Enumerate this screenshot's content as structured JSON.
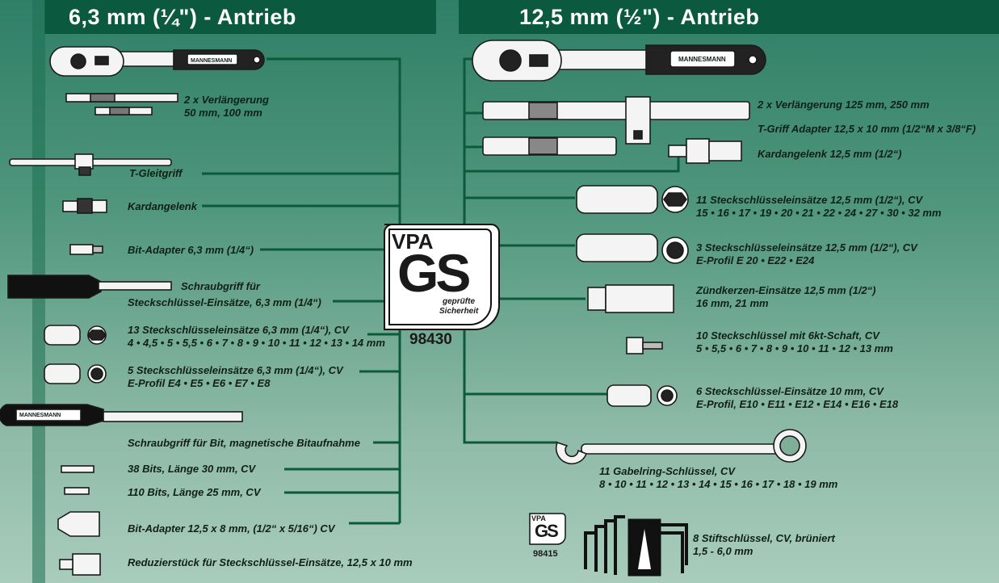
{
  "headers": {
    "left": "6,3 mm (¼\") - Antrieb",
    "right": "12,5 mm (½\") - Antrieb"
  },
  "left_items": [
    {
      "id": "ext",
      "lines": [
        "2 x Verlängerung",
        "50 mm, 100 mm"
      ]
    },
    {
      "id": "tslide",
      "lines": [
        "T-Gleitgriff"
      ]
    },
    {
      "id": "ujoint",
      "lines": [
        "Kardangelenk"
      ]
    },
    {
      "id": "bitadapter",
      "lines": [
        "Bit-Adapter 6,3 mm (1/4“)"
      ]
    },
    {
      "id": "screwhandle",
      "lines": [
        "Schraubgriff für",
        "Steckschlüssel-Einsätze, 6,3 mm (1/4“)"
      ]
    },
    {
      "id": "sockets13",
      "lines": [
        "13 Steckschlüsseleinsätze 6,3 mm (1/4“), CV",
        " 4 • 4,5 • 5 • 5,5 • 6 • 7 • 8 • 9 • 10 • 11 • 12 • 13 • 14 mm"
      ]
    },
    {
      "id": "sockets5",
      "lines": [
        "5 Steckschlüsseleinsätze 6,3 mm (1/4“), CV",
        "E-Profil E4 • E5 • E6 • E7 • E8"
      ]
    },
    {
      "id": "bithandle",
      "lines": [
        "Schraubgriff für Bit, magnetische Bitaufnahme"
      ]
    },
    {
      "id": "bits38",
      "lines": [
        "38 Bits, Länge 30 mm, CV"
      ]
    },
    {
      "id": "bits110",
      "lines": [
        "110 Bits, Länge 25 mm, CV"
      ]
    },
    {
      "id": "bitadapter125",
      "lines": [
        "Bit-Adapter 12,5 x 8 mm, (1/2“ x 5/16“) CV"
      ]
    },
    {
      "id": "reducer",
      "lines": [
        "Reduzierstück für Steckschlüssel-Einsätze, 12,5 x 10 mm"
      ]
    }
  ],
  "right_items": [
    {
      "id": "ext2",
      "lines": [
        "2 x Verlängerung 125 mm, 250 mm"
      ]
    },
    {
      "id": "tadapter",
      "lines": [
        "T-Griff Adapter 12,5 x 10 mm (1/2“M x 3/8“F)"
      ]
    },
    {
      "id": "ujoint2",
      "lines": [
        "Kardangelenk 12,5 mm (1/2“)"
      ]
    },
    {
      "id": "sockets11",
      "lines": [
        "11 Steckschlüsseleinsätze 12,5 mm (1/2“), CV",
        "15 • 16 • 17 • 19 • 20 • 21 • 22 • 24 • 27 • 30 • 32 mm"
      ]
    },
    {
      "id": "sockets3",
      "lines": [
        "3 Steckschlüsseleinsätze 12,5 mm (1/2“), CV",
        "E-Profil E 20 • E22 • E24"
      ]
    },
    {
      "id": "spark",
      "lines": [
        "Zündkerzen-Einsätze 12,5 mm (1/2“)",
        "16 mm, 21 mm"
      ]
    },
    {
      "id": "sockets10",
      "lines": [
        "10 Steckschlüssel mit 6kt-Schaft, CV",
        "5 • 5,5 • 6 • 7 • 8 • 9 • 10 • 11 • 12 • 13 mm"
      ]
    },
    {
      "id": "sockets6",
      "lines": [
        "6 Steckschlüssel-Einsätze 10 mm, CV",
        "E-Profil, E10 • E11 • E12 • E14 • E16 • E18"
      ]
    },
    {
      "id": "wrench",
      "lines": [
        "11 Gabelring-Schlüssel, CV",
        "8 • 10 • 11 • 12 • 13 • 14 • 15 • 16 •  17 • 18 • 19 mm"
      ]
    },
    {
      "id": "hex",
      "lines": [
        "8 Stiftschlüssel, CV, brüniert",
        "1,5 - 6,0 mm"
      ]
    }
  ],
  "brand_mark": "MANNESMANN",
  "certificate": {
    "big": {
      "vpa": "VPA",
      "gs": "GS",
      "sub1": "geprüfte",
      "sub2": "Sicherheit",
      "number": "98430"
    },
    "small": {
      "vpa": "VPA",
      "gs": "GS",
      "number": "98415"
    }
  },
  "colors": {
    "header": "#0b5a3f",
    "line": "#0c5a3c",
    "tool": "#f4f4f4",
    "outline": "#1a1a1a"
  }
}
